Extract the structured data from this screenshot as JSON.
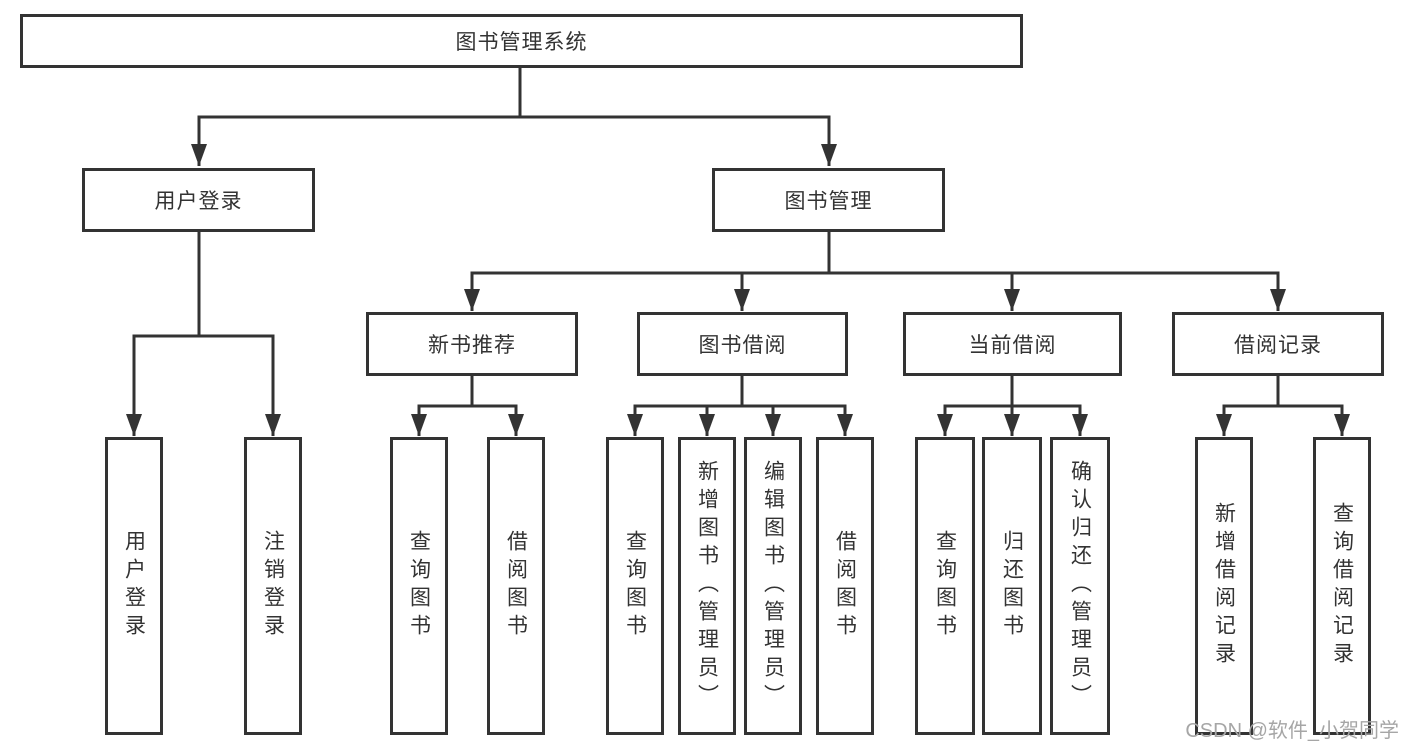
{
  "diagram_type": "hierarchy-tree",
  "nodes": {
    "root": {
      "label": "图书管理系统"
    },
    "user_login": {
      "label": "用户登录"
    },
    "book_management": {
      "label": "图书管理"
    },
    "new_book_rec": {
      "label": "新书推荐"
    },
    "book_borrowing": {
      "label": "图书借阅"
    },
    "current_borrowing": {
      "label": "当前借阅"
    },
    "borrowing_records": {
      "label": "借阅记录"
    },
    "leaf_user_login": {
      "label": "用户登录"
    },
    "leaf_logout": {
      "label": "注销登录"
    },
    "leaf_nbr_query": {
      "label": "查询图书"
    },
    "leaf_nbr_borrow": {
      "label": "借阅图书"
    },
    "leaf_bb_query": {
      "label": "查询图书"
    },
    "leaf_bb_add": {
      "label": "新增图书（管理员）"
    },
    "leaf_bb_edit": {
      "label": "编辑图书（管理员）"
    },
    "leaf_bb_borrow": {
      "label": "借阅图书"
    },
    "leaf_cb_query": {
      "label": "查询图书"
    },
    "leaf_cb_return": {
      "label": "归还图书"
    },
    "leaf_cb_confirm": {
      "label": "确认归还（管理员）"
    },
    "leaf_br_add": {
      "label": "新增借阅记录"
    },
    "leaf_br_query": {
      "label": "查询借阅记录"
    }
  },
  "edges": [
    {
      "from": "root",
      "to": "user_login"
    },
    {
      "from": "root",
      "to": "book_management"
    },
    {
      "from": "user_login",
      "to": "leaf_user_login"
    },
    {
      "from": "user_login",
      "to": "leaf_logout"
    },
    {
      "from": "book_management",
      "to": "new_book_rec"
    },
    {
      "from": "book_management",
      "to": "book_borrowing"
    },
    {
      "from": "book_management",
      "to": "current_borrowing"
    },
    {
      "from": "book_management",
      "to": "borrowing_records"
    },
    {
      "from": "new_book_rec",
      "to": "leaf_nbr_query"
    },
    {
      "from": "new_book_rec",
      "to": "leaf_nbr_borrow"
    },
    {
      "from": "book_borrowing",
      "to": "leaf_bb_query"
    },
    {
      "from": "book_borrowing",
      "to": "leaf_bb_add"
    },
    {
      "from": "book_borrowing",
      "to": "leaf_bb_edit"
    },
    {
      "from": "book_borrowing",
      "to": "leaf_bb_borrow"
    },
    {
      "from": "current_borrowing",
      "to": "leaf_cb_query"
    },
    {
      "from": "current_borrowing",
      "to": "leaf_cb_return"
    },
    {
      "from": "current_borrowing",
      "to": "leaf_cb_confirm"
    },
    {
      "from": "borrowing_records",
      "to": "leaf_br_add"
    },
    {
      "from": "borrowing_records",
      "to": "leaf_br_query"
    }
  ],
  "watermark": {
    "text": "CSDN @软件_小贺同学",
    "color": "#a6a6a6"
  },
  "colors": {
    "background": "#ffffff",
    "line": "#333333",
    "box_border": "#333333",
    "text": "#333333"
  }
}
